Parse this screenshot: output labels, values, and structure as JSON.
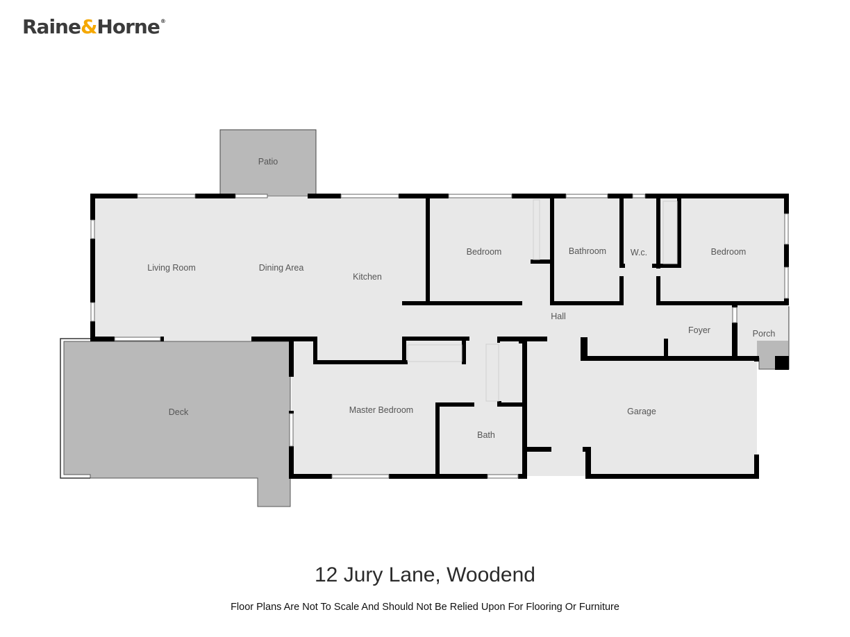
{
  "brand": {
    "name_part1": "Raine",
    "ampersand": "&",
    "name_part2": "Horne",
    "registered_mark": "®",
    "text_color": "#3b3b3b",
    "accent_color": "#f5a800"
  },
  "rooms": {
    "patio": "Patio",
    "living_room": "Living Room",
    "dining_area": "Dining Area",
    "kitchen": "Kitchen",
    "bedroom_1": "Bedroom",
    "bathroom": "Bathroom",
    "wc": "W.c.",
    "bedroom_2": "Bedroom",
    "hall": "Hall",
    "foyer": "Foyer",
    "porch": "Porch",
    "deck": "Deck",
    "master_bedroom": "Master Bedroom",
    "bath": "Bath",
    "garage": "Garage"
  },
  "colors": {
    "interior_floor": "#e8e8e8",
    "outdoor_area": "#b9b9b9",
    "wall": "#000000"
  },
  "address": "12 Jury Lane, Woodend",
  "disclaimer": "Floor Plans Are Not To Scale And Should Not Be Relied Upon For Flooring Or Furniture"
}
